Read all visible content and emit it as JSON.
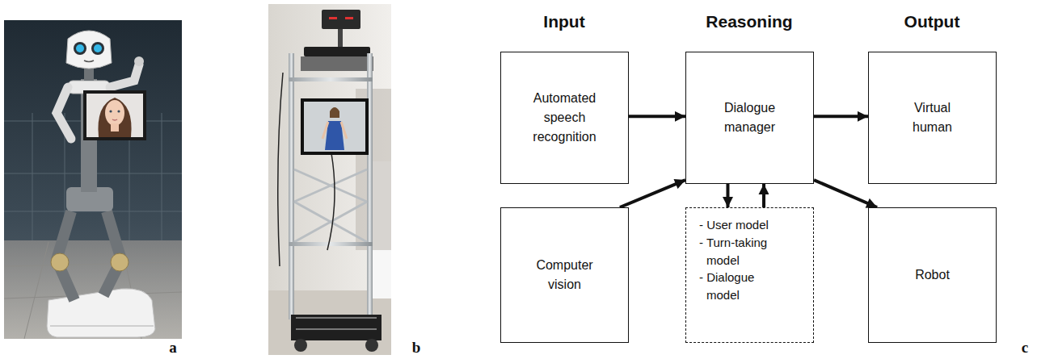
{
  "diagram": {
    "nodes": [
      {
        "text": [
          "Automated speech recognition"
        ]
      },
      {
        "text": [
          "Dialogue manager"
        ]
      },
      {
        "text": [
          "Virtual human"
        ]
      },
      {
        "text": [
          "Computer vision"
        ]
      },
      {
        "text": [
          "- User model",
          "- Turn-taking model",
          "- Dialogue model"
        ]
      },
      {
        "text": [
          "Robot"
        ]
      }
    ],
    "edges": [
      {
        "from": 0,
        "to": 1,
        "arrow": "to"
      },
      {
        "from": 3,
        "to": 1,
        "arrow": "to"
      },
      {
        "from": 1,
        "to": 2,
        "arrow": "to"
      },
      {
        "from": 1,
        "to": 5,
        "arrow": "to"
      },
      {
        "from": 1,
        "to": 4,
        "arrow": "to"
      },
      {
        "from": 4,
        "to": 1,
        "arrow": "to"
      }
    ],
    "labels": [
      "a",
      "b",
      "c",
      "Input",
      "Reasoning",
      "Output"
    ]
  }
}
